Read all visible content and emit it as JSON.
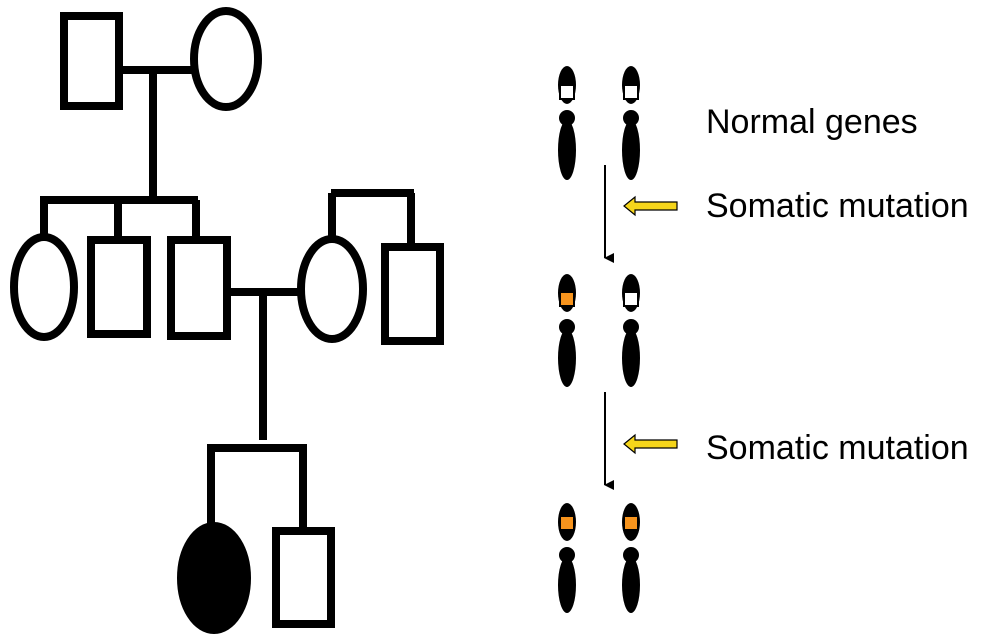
{
  "labels": {
    "normal_genes": "Normal genes",
    "somatic_mutation_1": "Somatic mutation",
    "somatic_mutation_2": "Somatic mutation"
  },
  "colors": {
    "line": "#000000",
    "affected": "#000000",
    "unaffected": "#ffffff",
    "chromosome": "#000000",
    "normal_gene": "#ffffff",
    "mutated_gene": "#f7941d",
    "arrow_fill": "#f5d51b"
  },
  "pedigree": {
    "generations": [
      {
        "members": [
          {
            "sex": "male",
            "affected": false
          },
          {
            "sex": "female",
            "affected": false
          }
        ]
      },
      {
        "members": [
          {
            "sex": "female",
            "affected": false
          },
          {
            "sex": "male",
            "affected": false
          },
          {
            "sex": "male",
            "affected": false
          },
          {
            "sex": "female",
            "affected": false
          },
          {
            "sex": "male",
            "affected": false
          }
        ]
      },
      {
        "members": [
          {
            "sex": "female",
            "affected": true
          },
          {
            "sex": "male",
            "affected": false
          }
        ]
      }
    ]
  },
  "chromosome_stages": [
    {
      "alleles": [
        "normal",
        "normal"
      ]
    },
    {
      "alleles": [
        "mutated",
        "normal"
      ]
    },
    {
      "alleles": [
        "mutated",
        "mutated"
      ]
    }
  ]
}
